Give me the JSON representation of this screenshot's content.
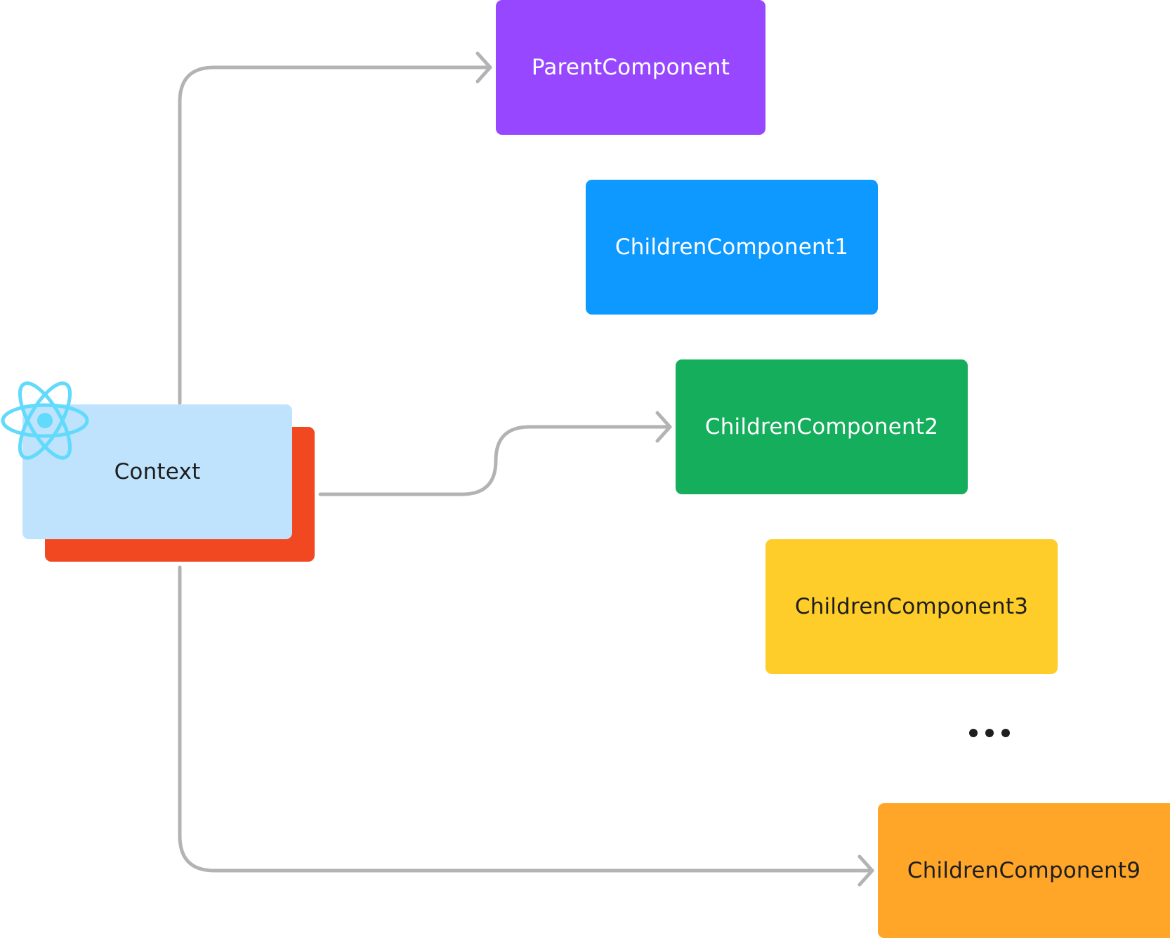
{
  "diagram": {
    "context": {
      "label": "Context",
      "fill": "#bfe3fd",
      "shadow_fill": "#f24822",
      "text_color": "#1e1e1e",
      "icon": "react-atom-icon",
      "icon_color": "#61dafb"
    },
    "nodes": [
      {
        "id": "parent",
        "label": "ParentComponent",
        "fill": "#9747ff",
        "text_color": "#ffffff"
      },
      {
        "id": "child1",
        "label": "ChildrenComponent1",
        "fill": "#0d99ff",
        "text_color": "#ffffff"
      },
      {
        "id": "child2",
        "label": "ChildrenComponent2",
        "fill": "#14ae5c",
        "text_color": "#ffffff"
      },
      {
        "id": "child3",
        "label": "ChildrenComponent3",
        "fill": "#ffcd29",
        "text_color": "#1e1e1e"
      },
      {
        "id": "child9",
        "label": "ChildrenComponent9",
        "fill": "#ffa629",
        "text_color": "#1e1e1e"
      }
    ],
    "ellipsis": {
      "icon": "ellipsis-icon",
      "color": "#1e1e1e"
    },
    "edges": [
      {
        "from": "context",
        "to": "parent"
      },
      {
        "from": "context",
        "to": "child2"
      },
      {
        "from": "context",
        "to": "child9"
      }
    ],
    "connector_color": "#b3b3b3"
  }
}
